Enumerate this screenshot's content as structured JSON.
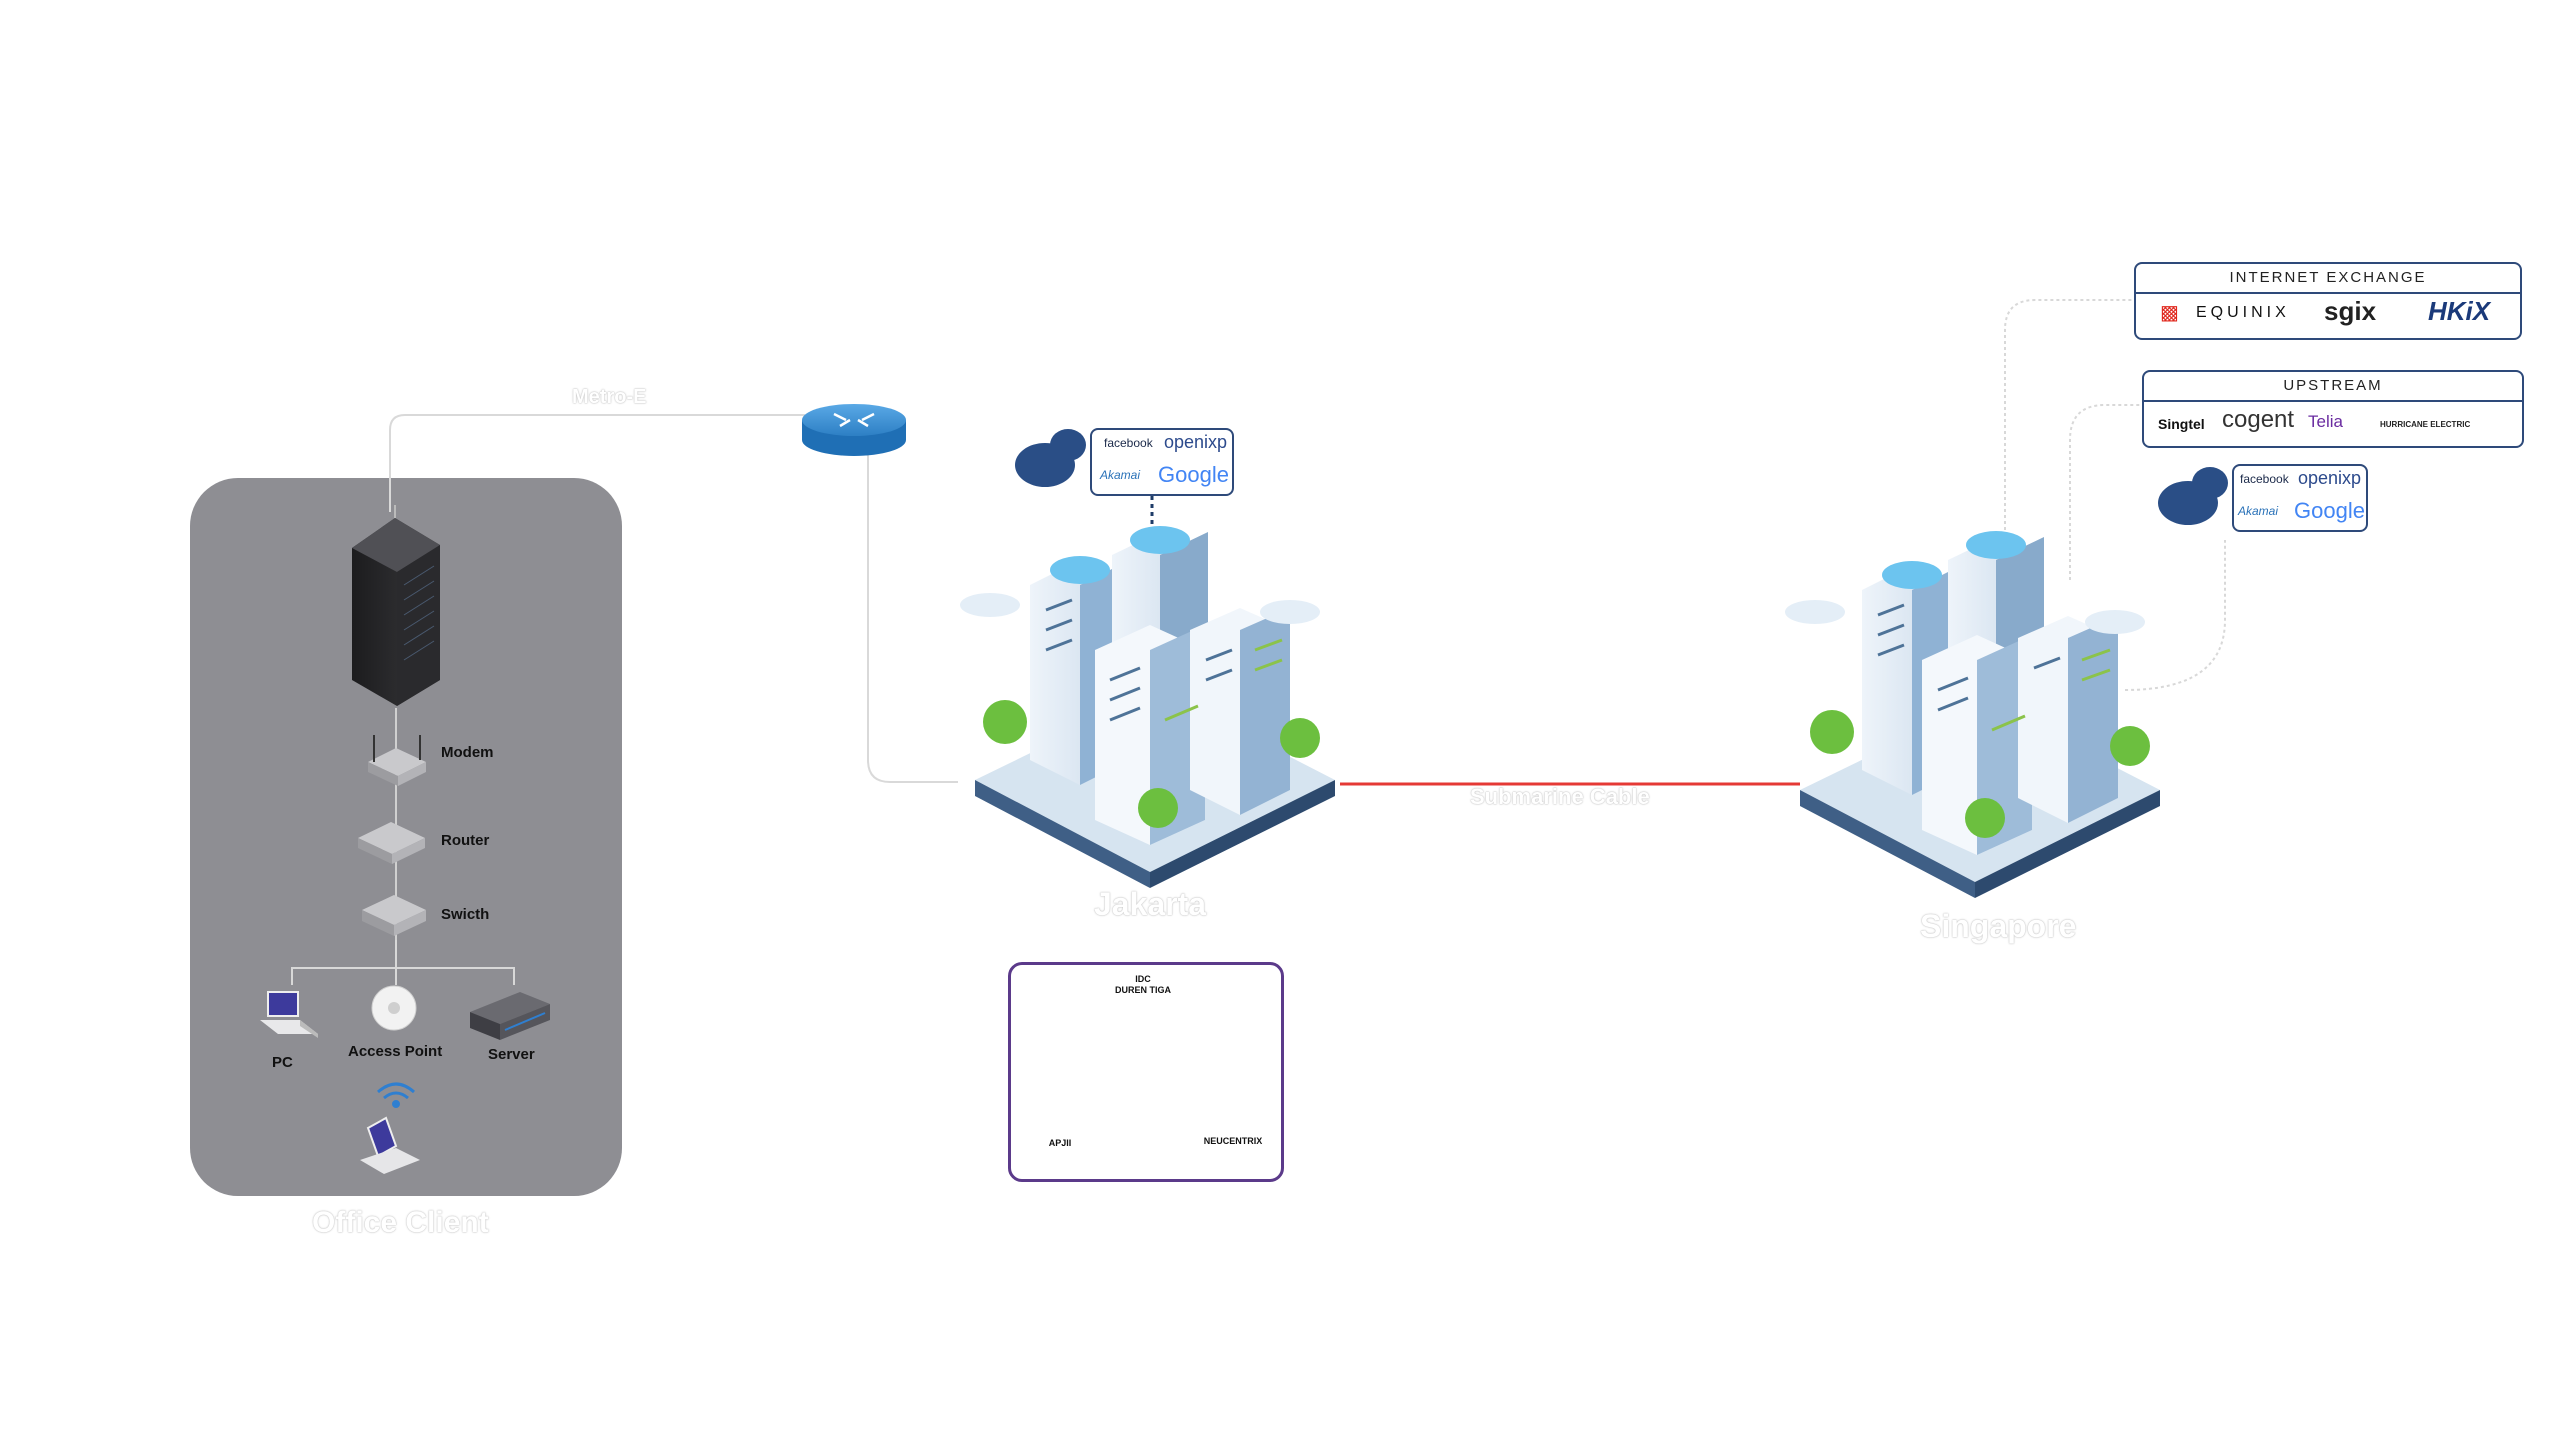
{
  "office": {
    "title": "Office Client",
    "devices": {
      "modem": "Modem",
      "router": "Router",
      "switch": "Swicth",
      "pc": "PC",
      "access_point": "Access Point",
      "server": "Server"
    }
  },
  "links": {
    "office_uplink": "Metro-E",
    "submarine": "Submarine Cable"
  },
  "sites": {
    "jakarta": "Jakarta",
    "singapore": "Singapore"
  },
  "cdn_logos": {
    "facebook": "facebook",
    "openixp": "openixp",
    "akamai": "Akamai",
    "google": "Google"
  },
  "internet_exchange": {
    "title": "INTERNET EXCHANGE",
    "logos": [
      "EQUINIX",
      "sgix",
      "HKiX"
    ]
  },
  "upstream": {
    "title": "UPSTREAM",
    "logos": [
      "Singtel",
      "cogent",
      "Telia",
      "HURRICANE ELECTRIC"
    ]
  },
  "idc_ring": {
    "top": "IDC\nDUREN TIGA",
    "left": "APJII",
    "right": "NEUCENTRIX"
  },
  "colors": {
    "panel": "#8e8e93",
    "router_blue": "#1f6fb5",
    "submarine_red": "#e53935",
    "box_border": "#2e4a7a",
    "ring_border": "#5b3a8a"
  }
}
